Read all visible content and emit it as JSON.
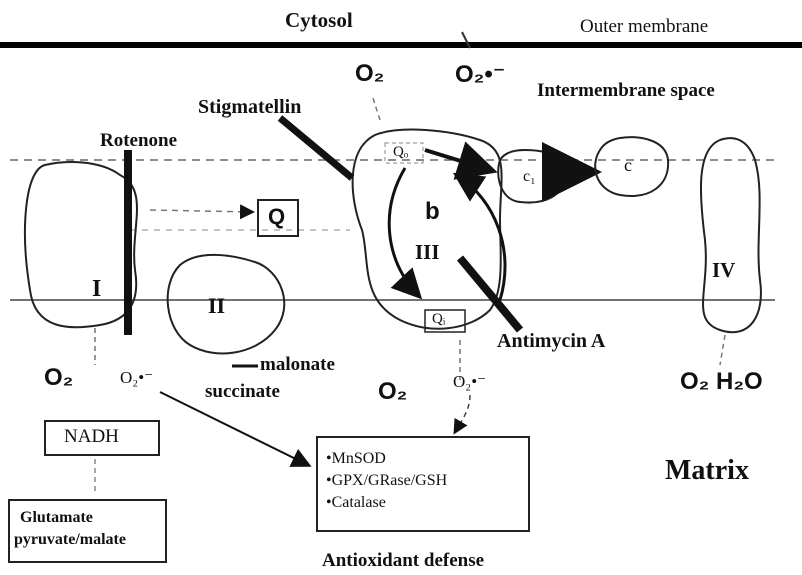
{
  "compartments": {
    "cytosol": "Cytosol",
    "outer_membrane": "Outer membrane",
    "intermembrane_space": "Intermembrane space",
    "matrix": "Matrix"
  },
  "complexes": {
    "complex_1": "I",
    "complex_2": "II",
    "complex_3": "III",
    "complex_4": "IV",
    "ubiquinone": "Q",
    "cytochrome_c1": "c₁",
    "cytochrome_c": "c",
    "cytochrome_b": "b",
    "qo_site": "Qₒ",
    "qi_site": "Qᵢ"
  },
  "inhibitors": {
    "stigmatellin": "Stigmatellin",
    "rotenone": "Rotenone",
    "antimycin": "Antimycin A",
    "malonate": "malonate"
  },
  "molecules": {
    "o2_ims": "O₂",
    "superoxide_ims": "O₂•⁻",
    "o2_matrix_left": "O₂",
    "superoxide_matrix_left": "O₂•⁻",
    "o2_matrix_center": "O₂",
    "superoxide_matrix_center": "O₂•⁻",
    "o2_h2o": "O₂ H₂O",
    "succinate": "succinate",
    "nadh": "NADH",
    "substrates_line1": "Glutamate",
    "substrates_line2": "pyruvate/malate"
  },
  "antioxidant": {
    "items": [
      "•MnSOD",
      "•GPX/GRase/GSH",
      "•Catalase"
    ],
    "caption": "Antioxidant defense"
  }
}
